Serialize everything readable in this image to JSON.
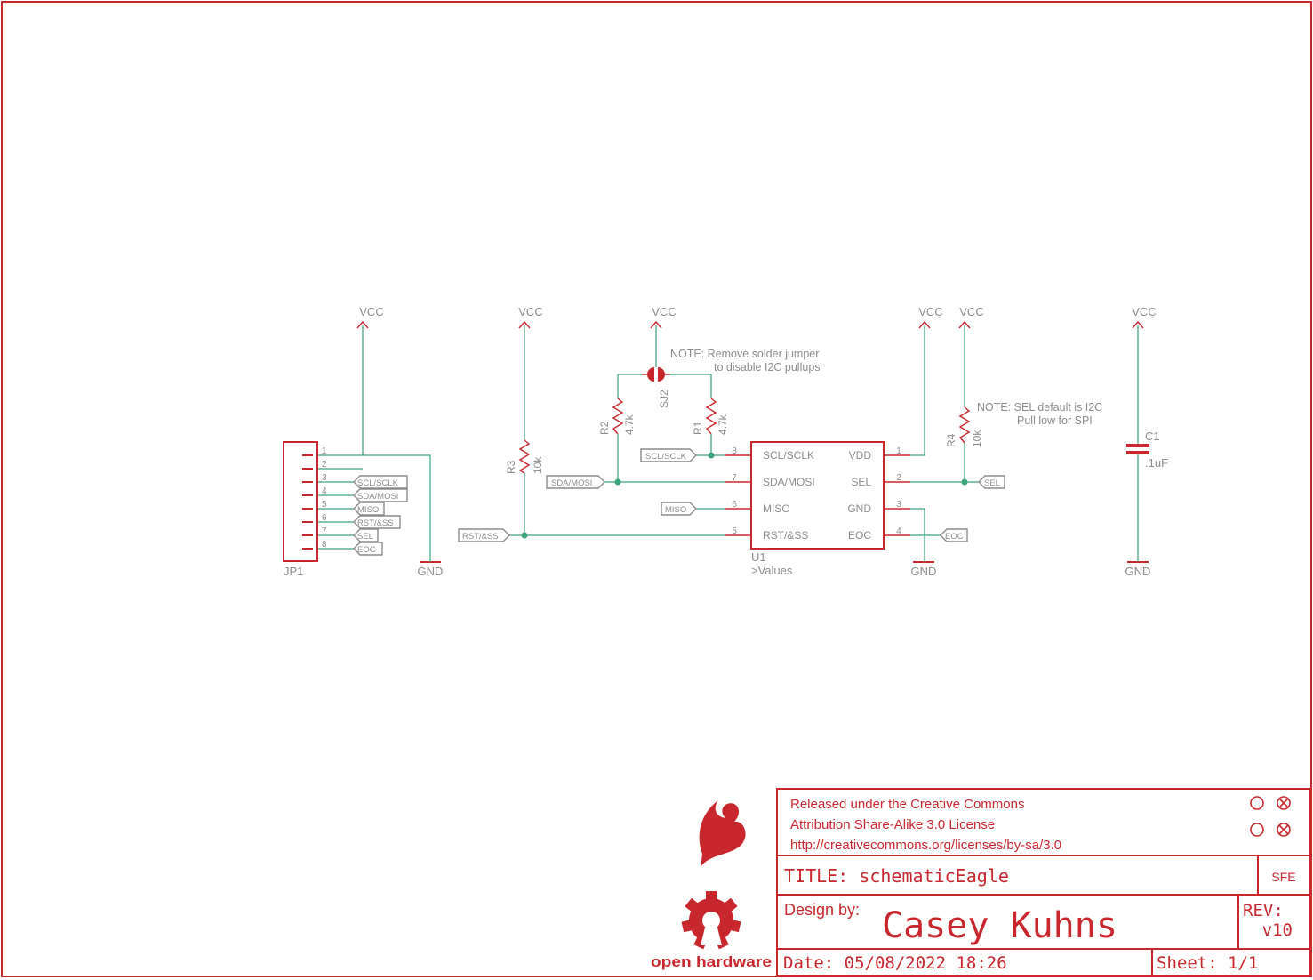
{
  "supply_label": "VCC",
  "ground_label": "GND",
  "connector": {
    "ref": "JP1",
    "pins": [
      "1",
      "2",
      "3",
      "4",
      "5",
      "6",
      "7",
      "8"
    ],
    "nets": [
      "SCL/SCLK",
      "SDA/MOSI",
      "MISO",
      "RST/&SS",
      "SEL",
      "EOC"
    ]
  },
  "resistors": {
    "r1": {
      "ref": "R1",
      "value": "4.7k"
    },
    "r2": {
      "ref": "R2",
      "value": "4.7k"
    },
    "r3": {
      "ref": "R3",
      "value": "10k"
    },
    "r4": {
      "ref": "R4",
      "value": "10k"
    }
  },
  "jumper": {
    "ref": "SJ2"
  },
  "capacitor": {
    "ref": "C1",
    "value": ".1uF"
  },
  "notes": {
    "jumper_1": "NOTE: Remove solder jumper",
    "jumper_2": "to disable I2C pullups",
    "sel_1": "NOTE: SEL default is I2C",
    "sel_2": "Pull low for SPI"
  },
  "ic": {
    "ref": "U1",
    "value": ">Values",
    "left_pins": [
      {
        "num": "8",
        "name": "SCL/SCLK",
        "net": "SCL/SCLK"
      },
      {
        "num": "7",
        "name": "SDA/MOSI",
        "net": "SDA/MOSI"
      },
      {
        "num": "6",
        "name": "MISO",
        "net": "MISO"
      },
      {
        "num": "5",
        "name": "RST/&SS",
        "net": "RST/&SS"
      }
    ],
    "right_pins": [
      {
        "num": "1",
        "name": "VDD"
      },
      {
        "num": "2",
        "name": "SEL",
        "net": "SEL"
      },
      {
        "num": "3",
        "name": "GND"
      },
      {
        "num": "4",
        "name": "EOC",
        "net": "EOC"
      }
    ]
  },
  "title_block": {
    "license_1": "Released under the Creative Commons",
    "license_2": "Attribution Share-Alike 3.0 License",
    "license_3": "http://creativecommons.org/licenses/by-sa/3.0",
    "title": "TITLE: schematicEagle",
    "company": "SFE",
    "design_by_label": "Design by:",
    "designer": "Casey Kuhns",
    "rev_label": "REV:",
    "rev": "v10",
    "date": "Date: 05/08/2022 18:26",
    "sheet": "Sheet: 1/1",
    "oshw_text": "open hardware"
  },
  "colors": {
    "frame": "#c8282d",
    "wire": "#3aa37a",
    "label": "#8c8c8c"
  }
}
